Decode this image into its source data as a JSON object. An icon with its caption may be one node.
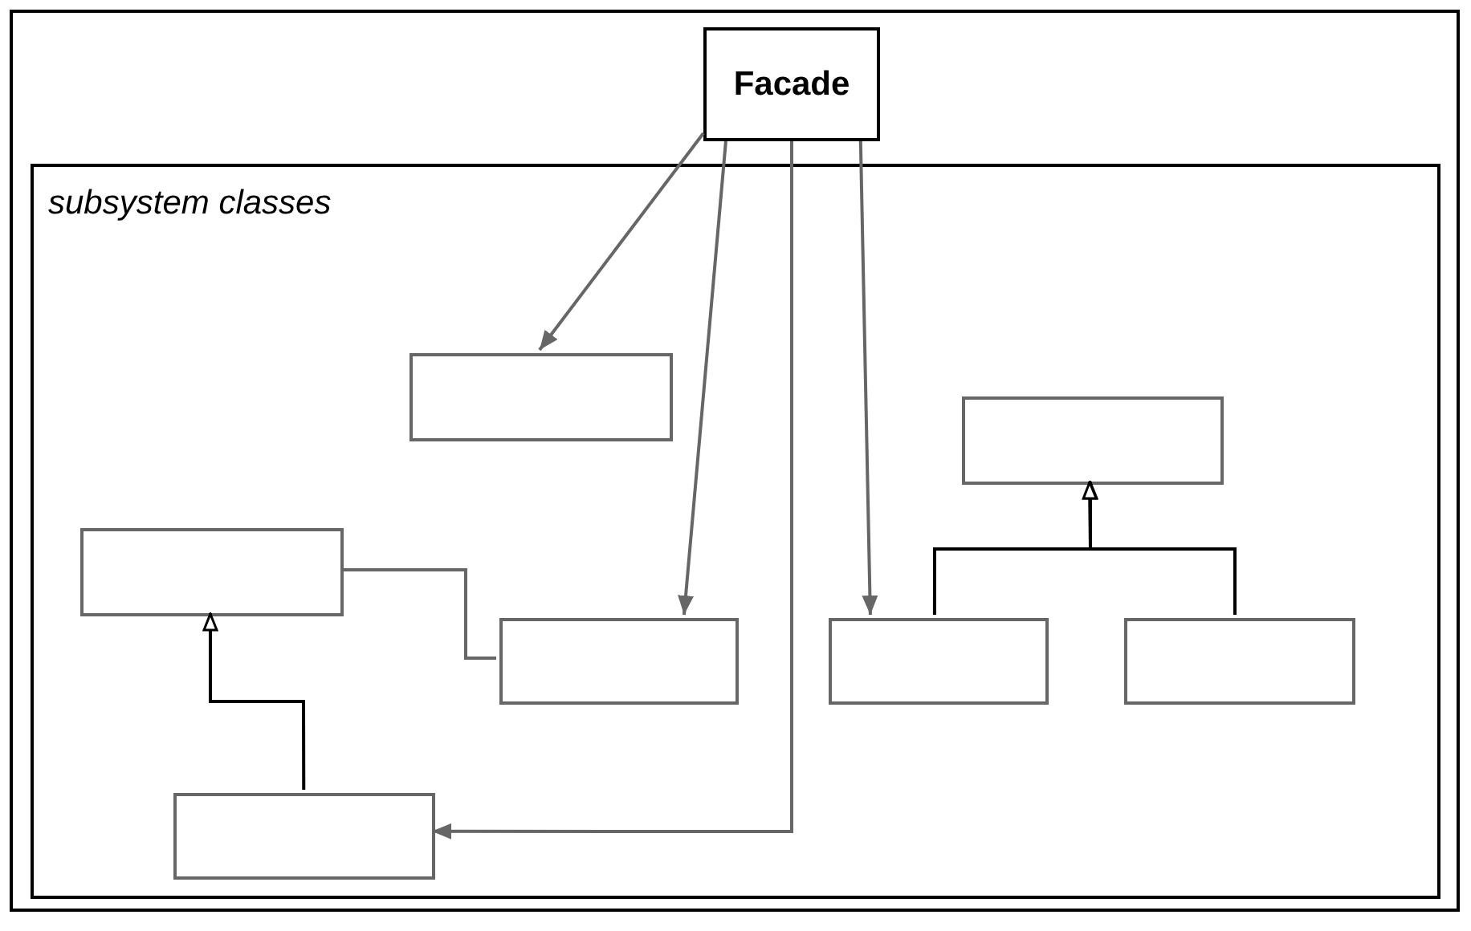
{
  "diagram": {
    "nodes": [
      {
        "text": [
          "Facade"
        ]
      },
      {
        "text": [
          "subsystem classes"
        ]
      },
      {
        "text": [],
        "shape": "box",
        "in": 1
      },
      {
        "text": [],
        "shape": "box",
        "in": 1
      },
      {
        "text": [],
        "shape": "box",
        "in": 1
      },
      {
        "text": [],
        "shape": "box",
        "in": 1
      },
      {
        "text": [],
        "shape": "box",
        "in": 1
      },
      {
        "text": [],
        "shape": "box",
        "in": 1
      },
      {
        "text": [],
        "shape": "box",
        "in": 1
      }
    ],
    "edges": [
      {
        "from": 0,
        "to": 2,
        "arrow": "to"
      },
      {
        "from": 0,
        "to": 5,
        "arrow": "to"
      },
      {
        "from": 0,
        "to": 6,
        "arrow": "to"
      },
      {
        "from": 0,
        "to": 8,
        "arrow": "to"
      },
      {
        "from": 4,
        "to": 5,
        "arrow": "none"
      },
      {
        "from": 8,
        "to": 4,
        "arrow": "to",
        "color": "#000000"
      },
      {
        "from": 6,
        "to": 3,
        "arrow": "to",
        "color": "#000000"
      },
      {
        "from": 7,
        "to": 3,
        "arrow": "to",
        "color": "#000000"
      }
    ]
  }
}
